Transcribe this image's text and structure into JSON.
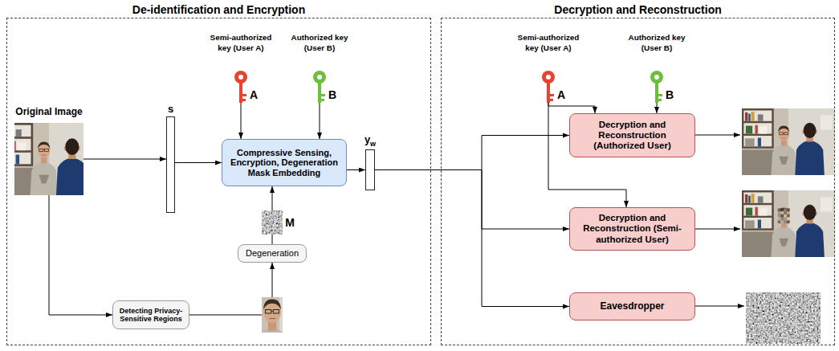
{
  "diagram": {
    "nodes": [
      {
        "text": [
          "De-identification and Encryption"
        ]
      },
      {
        "text": [
          "Original Image"
        ],
        "in": 0
      },
      {
        "text": [
          "s"
        ],
        "in": 0
      },
      {
        "text": [
          "Semi-authorized key (User A)"
        ],
        "in": 0
      },
      {
        "text": [
          "Authorized key (User B)"
        ],
        "in": 0
      },
      {
        "text": [
          "Compressive Sensing, Encryption, Degeneration Mask Embedding"
        ],
        "in": 0
      },
      {
        "text": [
          "Degeneration"
        ],
        "in": 0
      },
      {
        "text": [
          "Detecting Privacy-Sensitive Regions"
        ],
        "in": 0
      },
      {
        "text": [
          "y",
          "w"
        ],
        "in": 0
      },
      {
        "text": [
          "Decryption and Reconstruction"
        ]
      },
      {
        "text": [
          "Semi-authorized key (User A)"
        ],
        "in": 9
      },
      {
        "text": [
          "Authorized key (User B)"
        ],
        "in": 9
      },
      {
        "text": [
          "Decryption and Reconstruction (Authorized User)"
        ],
        "in": 9
      },
      {
        "text": [
          "Decryption and Reconstruction (Semi-authorized User)"
        ],
        "in": 9
      },
      {
        "text": [
          "Eavesdropper"
        ],
        "in": 9
      }
    ],
    "edges": [
      {
        "from": 1,
        "to": 2,
        "arrow": "to"
      },
      {
        "from": 2,
        "to": 5,
        "arrow": "to"
      },
      {
        "from": 3,
        "to": 5,
        "arrow": "to",
        "label": "A"
      },
      {
        "from": 4,
        "to": 5,
        "arrow": "to",
        "label": "B"
      },
      {
        "from": 1,
        "to": 7,
        "arrow": "to"
      },
      {
        "from": 7,
        "to": 6,
        "arrow": "to"
      },
      {
        "from": 6,
        "to": 5,
        "arrow": "to",
        "label": "M"
      },
      {
        "from": 5,
        "to": 8,
        "arrow": "to"
      },
      {
        "from": 8,
        "to": 12,
        "arrow": "to"
      },
      {
        "from": 8,
        "to": 13,
        "arrow": "to"
      },
      {
        "from": 8,
        "to": 14,
        "arrow": "to"
      },
      {
        "from": 10,
        "to": 12,
        "arrow": "to",
        "label": "A"
      },
      {
        "from": 10,
        "to": 13,
        "arrow": "to"
      },
      {
        "from": 11,
        "to": 12,
        "arrow": "to",
        "label": "B"
      }
    ]
  }
}
